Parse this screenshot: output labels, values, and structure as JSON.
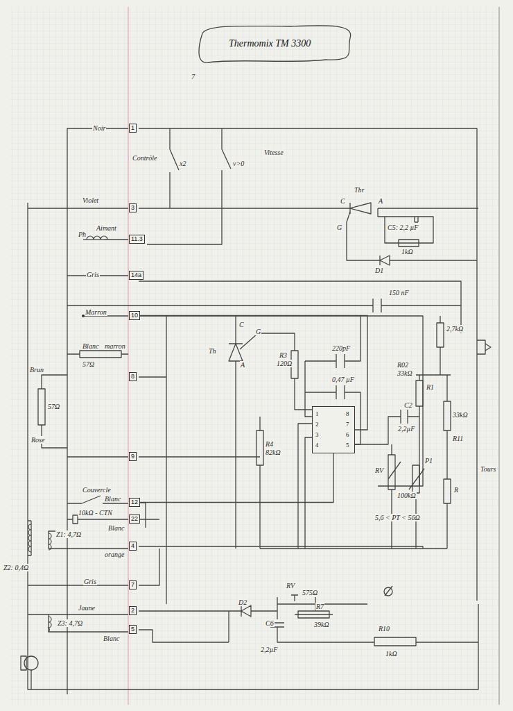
{
  "diagram": {
    "title": "Thermomix TM 3300",
    "nodes": [
      {
        "text": [
          "1"
        ]
      },
      {
        "text": [
          "3"
        ]
      },
      {
        "text": [
          "11.3"
        ]
      },
      {
        "text": [
          "14a"
        ]
      },
      {
        "text": [
          "10"
        ]
      },
      {
        "text": [
          "8"
        ]
      },
      {
        "text": [
          "9"
        ]
      },
      {
        "text": [
          "12"
        ]
      },
      {
        "text": [
          "22"
        ]
      },
      {
        "text": [
          "4"
        ]
      },
      {
        "text": [
          "7"
        ]
      },
      {
        "text": [
          "2"
        ]
      },
      {
        "text": [
          "5"
        ]
      },
      {
        "text": [
          "1",
          "2",
          "3",
          "4",
          "8",
          "7",
          "6",
          "5"
        ]
      }
    ],
    "edges": [
      {
        "from": 7,
        "to": 13,
        "arrow": "none"
      },
      {
        "from": 4,
        "to": 13,
        "arrow": "none"
      }
    ],
    "labels": [
      "7",
      "Noir",
      "Contrôle",
      "x2",
      "v>0",
      "Vitesse",
      "Violet",
      "Ph",
      "Aimant",
      "Gris",
      "Marron",
      "Blanc",
      "57Ω",
      "marron",
      "Brun",
      "57Ω",
      "Rose",
      "Couvercle",
      "Blanc",
      "10kΩ - CTN",
      "Blanc",
      "Z1: 4,7Ω",
      "orange",
      "Z2: 0,4Ω",
      "Gris",
      "Jaune",
      "Z3: 4,7Ω",
      "Blanc",
      "Thr",
      "C",
      "A",
      "G",
      "C5: 2,2 µF",
      "1kΩ",
      "D1",
      "150 nF",
      "Th",
      "C",
      "G",
      "A",
      "R3",
      "120Ω",
      "220pF",
      "0,47 µF",
      "R4",
      "82kΩ",
      "2,7kΩ",
      "R02",
      "33kΩ",
      "R1",
      "33kΩ",
      "R11",
      "C2",
      "2,2µF",
      "RV",
      "100kΩ",
      "P1",
      "R",
      "Tours",
      "5,6 < PT < 56Ω",
      "D2",
      "RV",
      "575Ω",
      "C6",
      "2,2µF",
      "R7",
      "39kΩ",
      "R10",
      "1kΩ"
    ]
  }
}
